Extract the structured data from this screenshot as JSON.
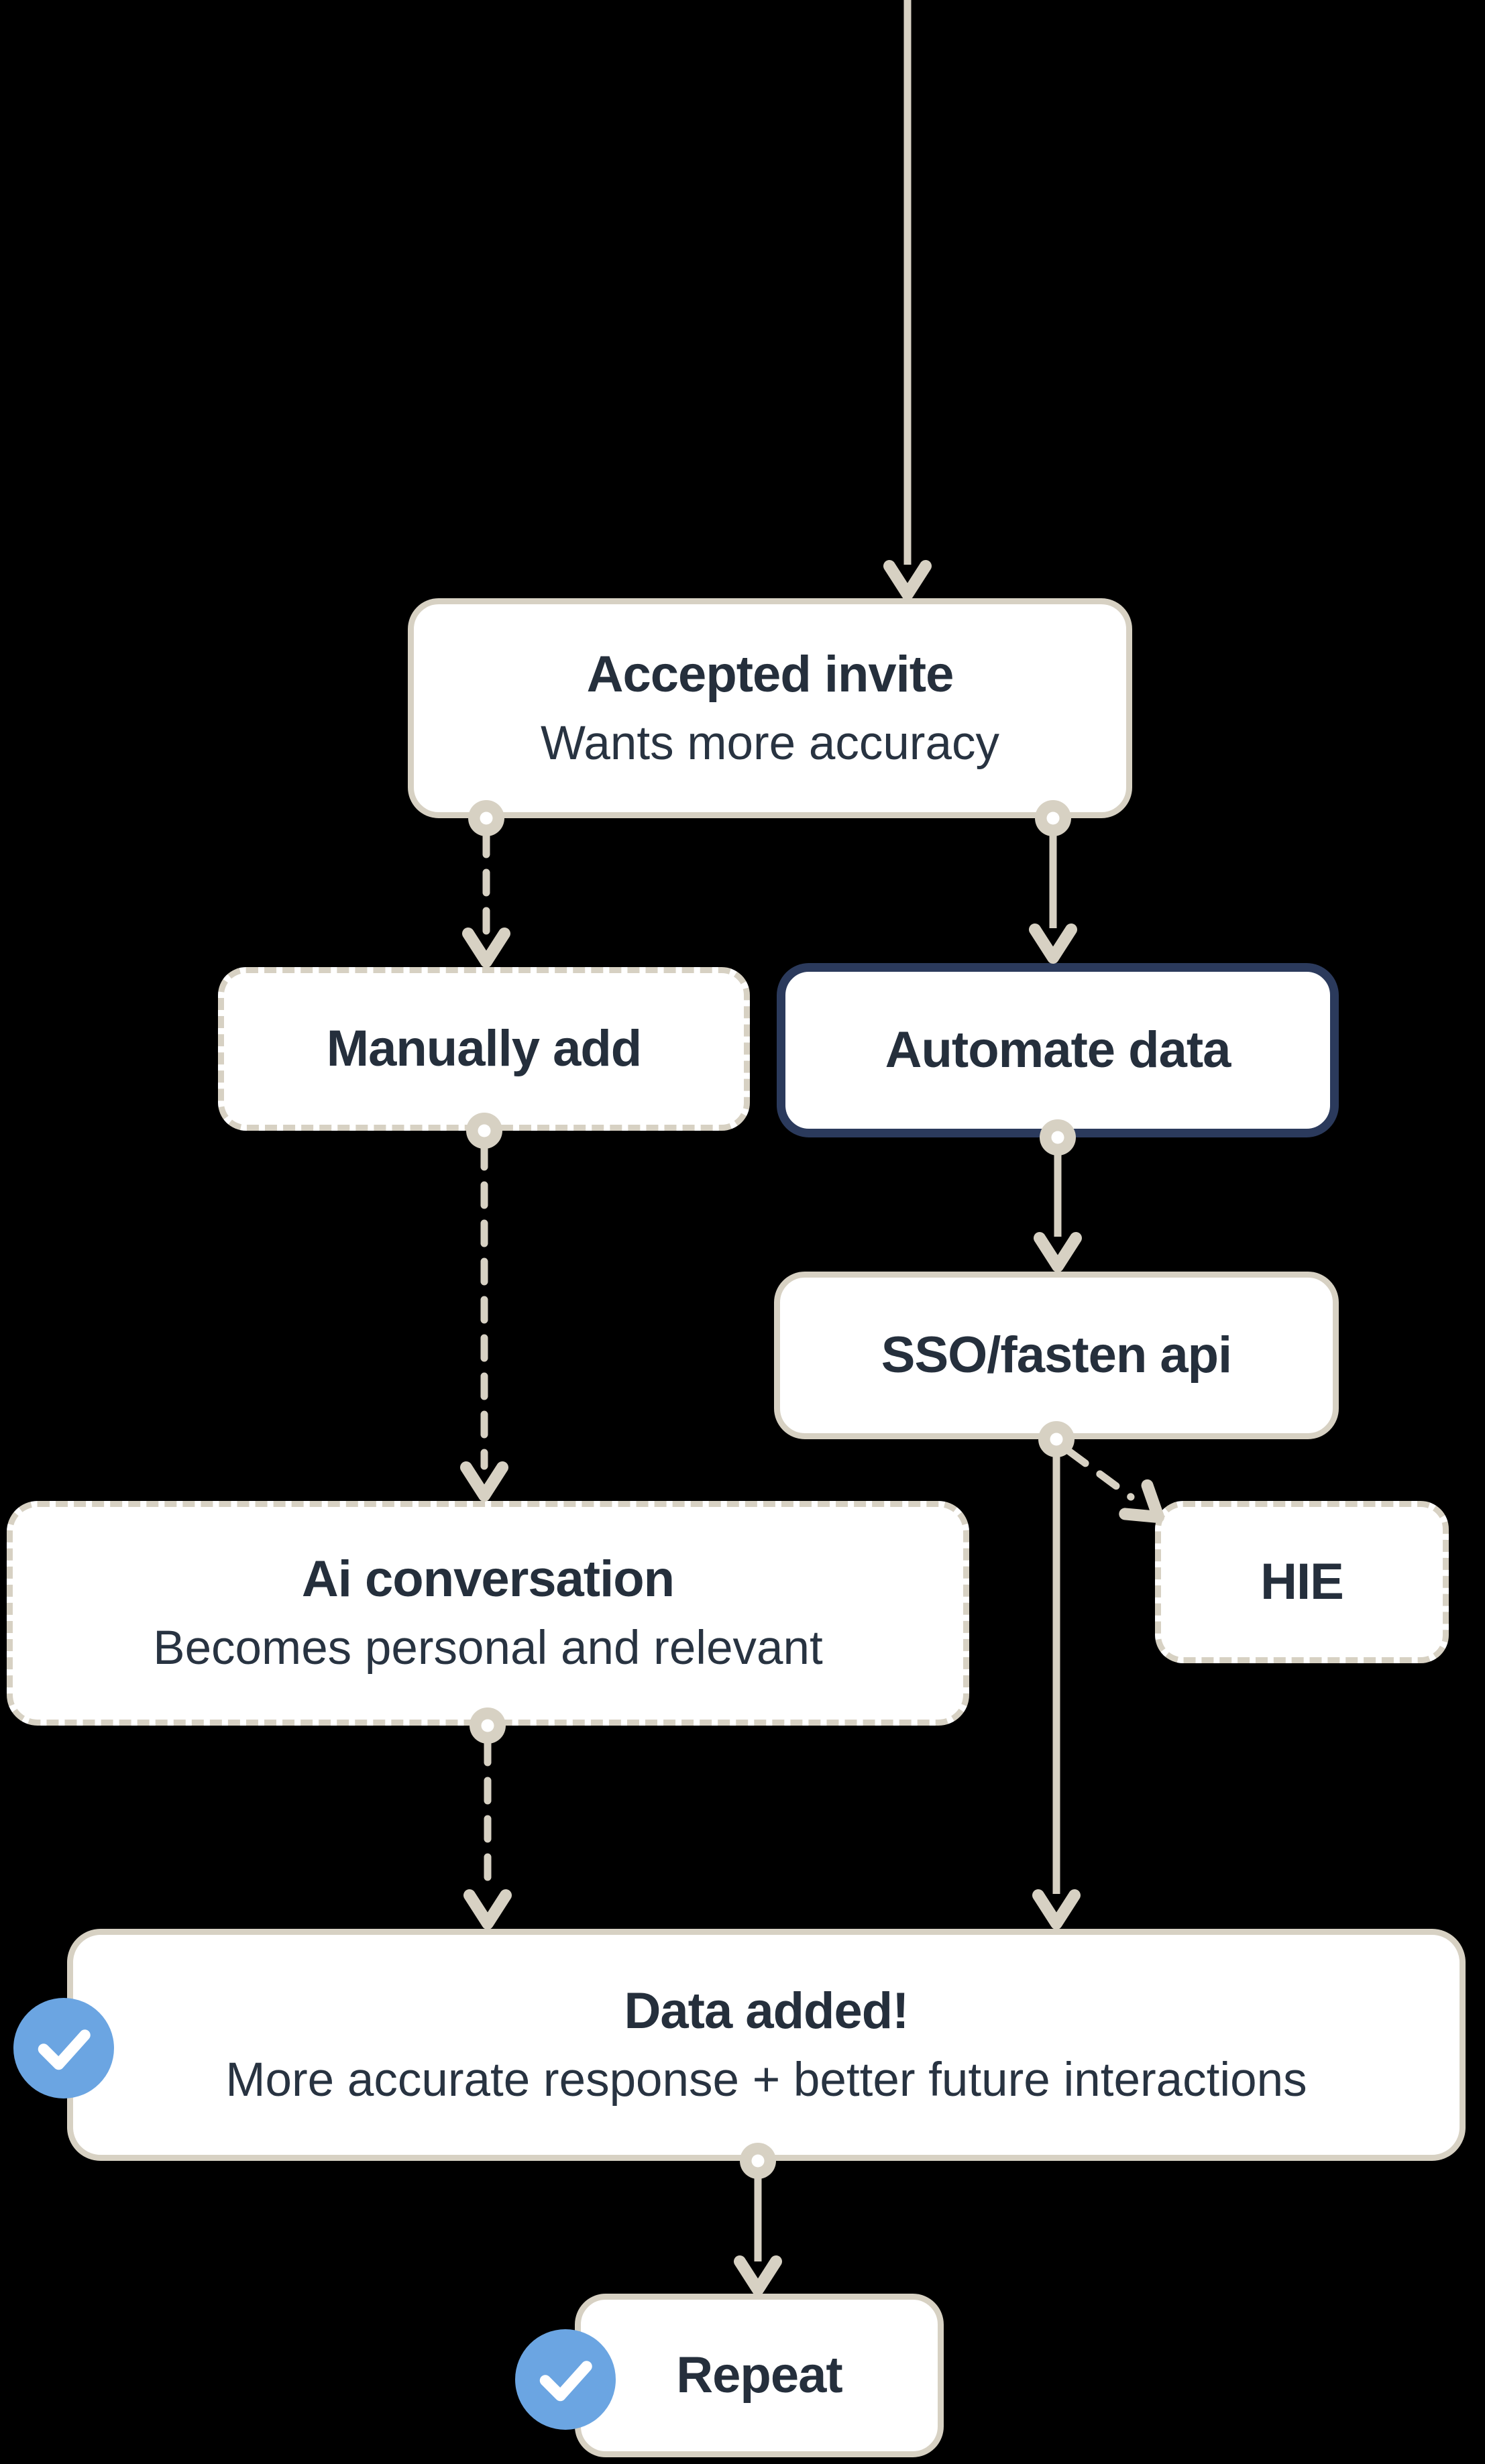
{
  "colors": {
    "background": "#000000",
    "node_fill": "#ffffff",
    "connector_beige": "#d7d1c3",
    "selected_border_navy": "#2b3a5c",
    "text_dark": "#252f3c",
    "check_badge_blue": "#6ba5e2",
    "check_mark_white": "#ffffff"
  },
  "nodes": {
    "accepted_invite": {
      "title": "Accepted invite",
      "subtitle": "Wants more accuracy"
    },
    "manually_add": {
      "title": "Manually add"
    },
    "automate_data": {
      "title": "Automate data"
    },
    "sso_fasten_api": {
      "title": "SSO/fasten api"
    },
    "hie": {
      "title": "HIE"
    },
    "ai_conversation": {
      "title": "Ai conversation",
      "subtitle": "Becomes personal and relevant"
    },
    "data_added": {
      "title": "Data added!",
      "subtitle": "More accurate response + better future interactions"
    },
    "repeat": {
      "title": "Repeat"
    }
  },
  "edges": [
    {
      "from": "start",
      "to": "accepted_invite",
      "style": "solid"
    },
    {
      "from": "accepted_invite",
      "to": "manually_add",
      "style": "dashed"
    },
    {
      "from": "accepted_invite",
      "to": "automate_data",
      "style": "solid"
    },
    {
      "from": "automate_data",
      "to": "sso_fasten_api",
      "style": "solid"
    },
    {
      "from": "sso_fasten_api",
      "to": "hie",
      "style": "dashed"
    },
    {
      "from": "sso_fasten_api",
      "to": "data_added",
      "style": "solid"
    },
    {
      "from": "manually_add",
      "to": "ai_conversation",
      "style": "dashed"
    },
    {
      "from": "ai_conversation",
      "to": "data_added",
      "style": "dashed"
    },
    {
      "from": "data_added",
      "to": "repeat",
      "style": "solid"
    }
  ]
}
